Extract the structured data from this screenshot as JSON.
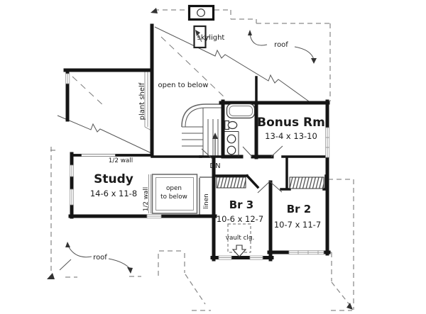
{
  "plan": {
    "rooms": [
      {
        "name": "Bonus Rm",
        "dims": "13-4 x 13-10"
      },
      {
        "name": "Study",
        "dims": "14-6 x 11-8"
      },
      {
        "name": "Br 3",
        "dims": "10-6 x 12-7"
      },
      {
        "name": "Br 2",
        "dims": "10-7 x 11-7"
      }
    ],
    "annotations": {
      "skylight": "skylight",
      "roof_top": "roof",
      "roof_bottom": "roof",
      "open_to_below_upper": "open to below",
      "open_small_1": "open",
      "open_small_2": "to below",
      "plant_shelf": "plant shelf",
      "half_wall_top": "1/2 wall",
      "half_wall_side": "1/2 wall",
      "linen": "linen",
      "down": "DN",
      "vault_ceiling": "vault clg."
    },
    "colors": {
      "wall": "#151515",
      "line": "#555555",
      "dashed_roof": "#8a8a8a",
      "background": "#ffffff"
    }
  }
}
